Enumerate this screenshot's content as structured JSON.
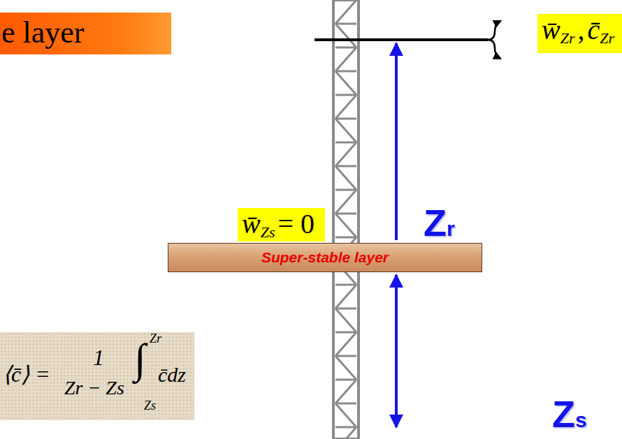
{
  "diagram": {
    "nodes": [
      {
        "text": [
          "e layer"
        ]
      },
      {
        "text": [
          "w̄",
          "Zr",
          ",",
          "c̄",
          "Zr"
        ]
      },
      {
        "text": [
          "w̄",
          "Zs",
          "= 0"
        ]
      },
      {
        "text": [
          "Super-stable layer"
        ]
      },
      {
        "text": [
          "⟨c̄⟩ =",
          "1",
          "Zr − Zs",
          "∫",
          "Zr",
          "Zs",
          "c̄dz"
        ]
      }
    ],
    "labels": [
      "Zr",
      "Zs"
    ]
  }
}
